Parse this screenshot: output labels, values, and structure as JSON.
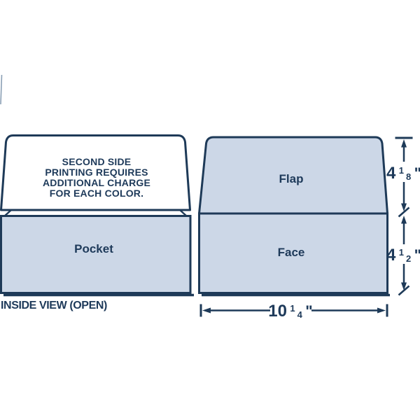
{
  "diagram_title": "envelope printing specification diagram",
  "colors": {
    "paper_fill": "#ccd7e7",
    "flap_inside_fill": "#ffffff",
    "line": "#1e3a58",
    "text": "#1e3a5a",
    "faint_fragment": "#8ba0b5"
  },
  "left_envelope": {
    "view": "inside-open",
    "flap_note_lines": [
      "SECOND SIDE",
      "PRINTING REQUIRES",
      "ADDITIONAL CHARGE",
      "FOR EACH COLOR."
    ],
    "pocket_label": "Pocket",
    "caption": "INSIDE VIEW (OPEN)"
  },
  "right_envelope": {
    "view": "outside",
    "flap_label": "Flap",
    "face_label": "Face"
  },
  "dimensions": {
    "flap_height": {
      "whole": "4",
      "numerator": "1",
      "denominator": "8",
      "unit": "\""
    },
    "face_height": {
      "whole": "4",
      "numerator": "1",
      "denominator": "2",
      "unit": "\""
    },
    "width": {
      "whole": "10",
      "numerator": "1",
      "denominator": "4",
      "unit": "\""
    }
  }
}
